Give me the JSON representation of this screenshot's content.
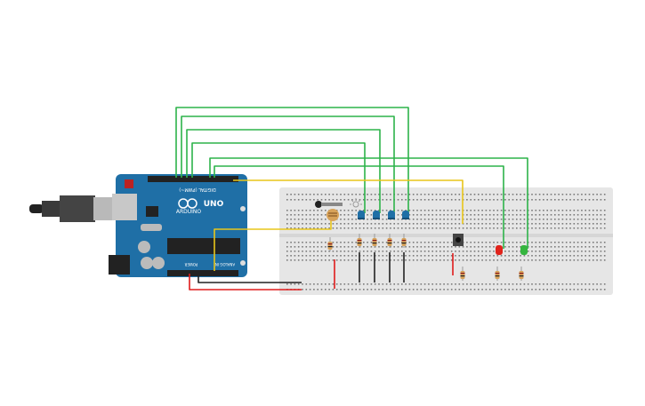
{
  "board": {
    "logo_text": "UNO",
    "brand_text": "ARDUINO",
    "digital_label": "DIGITAL (PWM~)",
    "power_label": "POWER",
    "analog_label": "ANALOG IN",
    "color": "#1f6fa6"
  },
  "breadboard": {
    "color": "#e6e6e6"
  },
  "wires": {
    "green": "#2db34a",
    "yellow": "#e8c51a",
    "red": "#e01b1b",
    "black": "#222222"
  },
  "components": {
    "led_colors": [
      "#1f6fa6",
      "#1f6fa6",
      "#1f6fa6",
      "#1f6fa6"
    ],
    "status_leds": [
      "#e0231b",
      "#35b53f"
    ],
    "resistor_color": "#d7a25a"
  }
}
